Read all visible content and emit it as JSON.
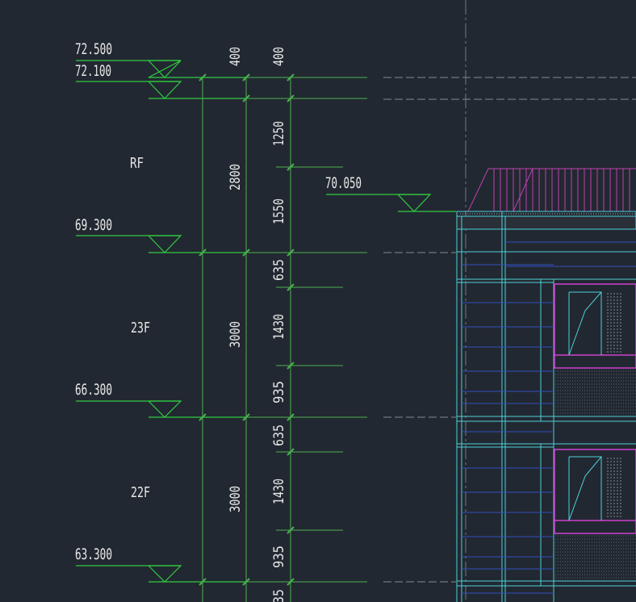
{
  "colors": {
    "background": "#222831",
    "level_line": "#2ecc40",
    "dim_line": "#4caf50",
    "guide": "#7f8c8d",
    "facade": "#4fd1d9",
    "window_frame": "#d040d0",
    "text": "#e8e8e8"
  },
  "elevations": {
    "e72500": "72.500",
    "e72100": "72.100",
    "e69300": "69.300",
    "e66300": "66.300",
    "e63300": "63.300",
    "e70050": "70.050"
  },
  "floors": {
    "rf": "RF",
    "f23": "23F",
    "f22": "22F"
  },
  "dims_outer": {
    "d400": "400",
    "d2800": "2800",
    "d3000a": "3000",
    "d3000b": "3000"
  },
  "dims_inner": {
    "d400": "400",
    "d1250": "1250",
    "d1550": "1550",
    "d635a": "635",
    "d1430a": "1430",
    "d935a": "935",
    "d635b": "635",
    "d1430b": "1430",
    "d935b": "935",
    "d35": "35"
  }
}
